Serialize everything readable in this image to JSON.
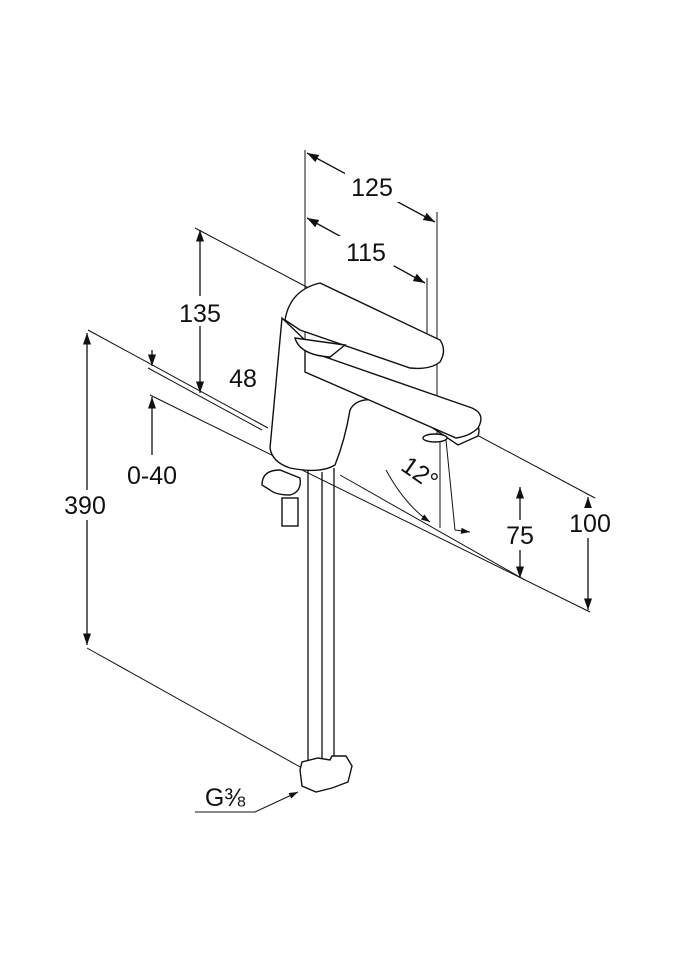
{
  "title": "Basin mixer dimension drawing",
  "dimensions": {
    "spout_reach_outer": "125",
    "spout_reach_inner": "115",
    "lever_height": "135",
    "body_depth": "48",
    "deck_thickness": "0-40",
    "total_length": "390",
    "spout_angle": "12°",
    "spout_height": "75",
    "outlet_height": "100",
    "connection_thread": "G⅜"
  }
}
